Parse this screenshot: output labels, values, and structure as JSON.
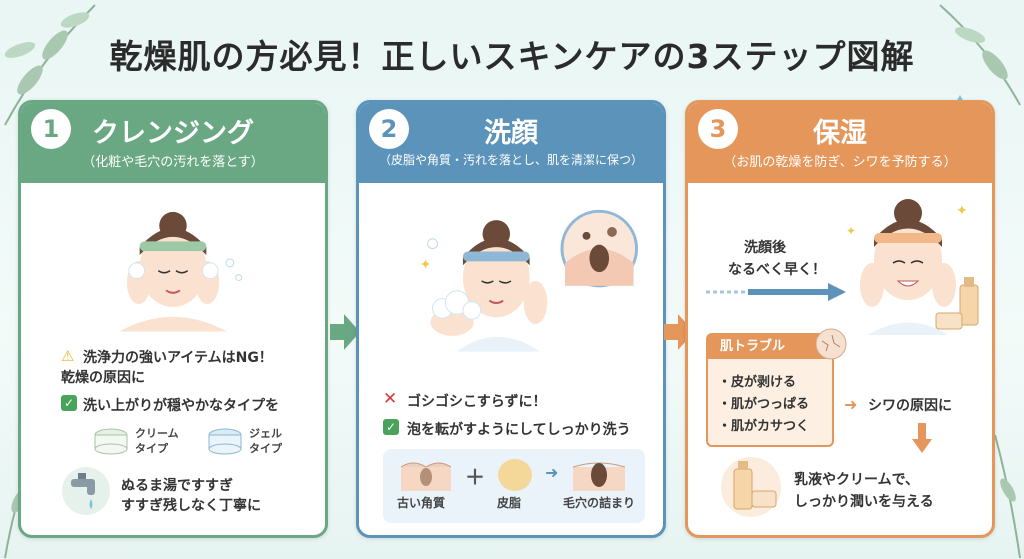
{
  "title": "乾燥肌の方必見！正しいスキンケアの3ステップ図解",
  "colors": {
    "step1": "#6aa884",
    "step2": "#5b93ba",
    "step3": "#e5965a"
  },
  "step1": {
    "number": "1",
    "title": "クレンジング",
    "subtitle": "（化粧や毛穴の汚れを落とす）",
    "warning_line1": "洗浄力の強いアイテムはNG！",
    "warning_line2": "乾燥の原因に",
    "check_text": "洗い上がりが穏やかなタイプを",
    "type1": "クリーム\nタイプ",
    "type1_l1": "クリーム",
    "type1_l2": "タイプ",
    "type2_l1": "ジェル",
    "type2_l2": "タイプ",
    "rinse_line1": "ぬるま湯ですすぎ",
    "rinse_line2": "すすぎ残しなく丁寧に"
  },
  "step2": {
    "number": "2",
    "title": "洗顔",
    "subtitle": "（皮脂や角質・汚れを落とし、肌を清潔に保つ）",
    "cross_text": "ゴシゴシこすらずに！",
    "check_text": "泡を転がすようにしてしっかり洗う",
    "diagram_label1": "古い角質",
    "diagram_label2": "皮脂",
    "diagram_label3": "毛穴の詰まり"
  },
  "step3": {
    "number": "3",
    "title": "保湿",
    "subtitle": "（お肌の乾燥を防ぎ、シワを予防する）",
    "timing_line1": "洗顔後",
    "timing_line2": "なるべく早く！",
    "trouble_title": "肌トラブル",
    "trouble_items": [
      "・皮が剥ける",
      "・肌がつっぱる",
      "・肌がカサつく"
    ],
    "wrinkle_text": "シワの原因に",
    "advice_line1": "乳液やクリームで、",
    "advice_line2": "しっかり潤いを与える"
  }
}
